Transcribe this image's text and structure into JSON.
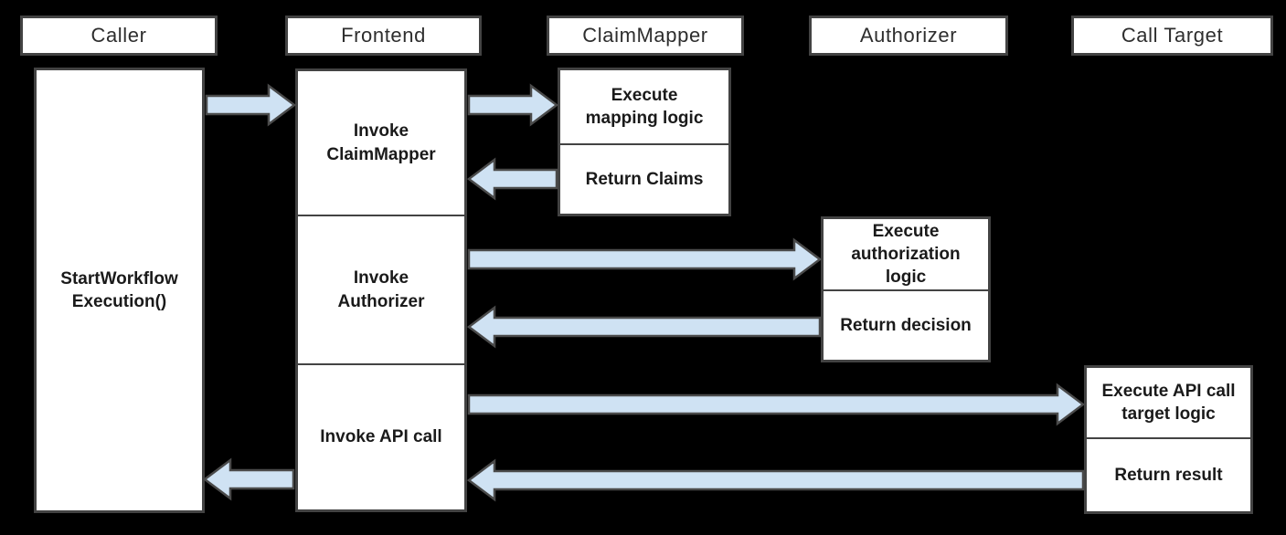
{
  "colors": {
    "background": "#000000",
    "box-fill": "#ffffff",
    "box-border": "#434343",
    "header-text": "#2e2e2e",
    "text": "#1a1a1a",
    "arrow-fill": "#cfe2f3",
    "arrow-stroke": "#4a4a4a"
  },
  "lanes": [
    {
      "name": "Caller",
      "steps": [
        {
          "label": "StartWorkflow\nExecution()"
        }
      ]
    },
    {
      "name": "Frontend",
      "steps": [
        {
          "label": "Invoke\nClaimMapper"
        },
        {
          "label": "Invoke\nAuthorizer"
        },
        {
          "label": "Invoke API call"
        }
      ]
    },
    {
      "name": "ClaimMapper",
      "steps": [
        {
          "label": "Execute\nmapping logic"
        },
        {
          "label": "Return Claims"
        }
      ]
    },
    {
      "name": "Authorizer",
      "steps": [
        {
          "label": "Execute\nauthorization\nlogic"
        },
        {
          "label": "Return decision"
        }
      ]
    },
    {
      "name": "Call Target",
      "steps": [
        {
          "label": "Execute API call\ntarget logic"
        },
        {
          "label": "Return result"
        }
      ]
    }
  ],
  "messages": [
    {
      "from": "Caller",
      "to": "Frontend",
      "direction": "right"
    },
    {
      "from": "Frontend",
      "to": "ClaimMapper",
      "direction": "right"
    },
    {
      "from": "ClaimMapper",
      "to": "Frontend",
      "direction": "left"
    },
    {
      "from": "Frontend",
      "to": "Authorizer",
      "direction": "right"
    },
    {
      "from": "Authorizer",
      "to": "Frontend",
      "direction": "left"
    },
    {
      "from": "Frontend",
      "to": "Call Target",
      "direction": "right"
    },
    {
      "from": "Call Target",
      "to": "Frontend",
      "direction": "left"
    },
    {
      "from": "Frontend",
      "to": "Caller",
      "direction": "left"
    }
  ]
}
